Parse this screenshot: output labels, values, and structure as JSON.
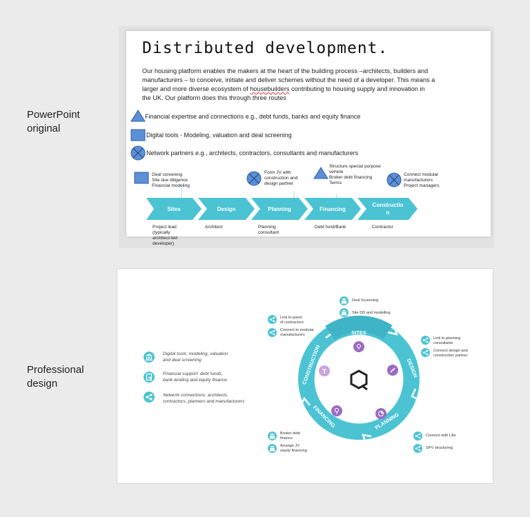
{
  "labels": {
    "powerpoint": [
      "PowerPoint",
      "original"
    ],
    "professional": [
      "Professional",
      "design"
    ]
  },
  "original": {
    "title": "Distributed development.",
    "intro_lines": [
      "Our housing platform enables the makers at the heart of the building process –architects, builders and",
      "manufacturers – to conceive, initiate and deliver schemes without the need of a developer. This means a",
      "larger and more diverse ecosystem of ",
      "housebuilders",
      " contributing to housing supply and innovation in",
      "the UK. Our platform does this through three routes"
    ],
    "routes": [
      {
        "icon": "triangle-icon",
        "text": "Financial expertise and connections e.g., debt funds, banks and equity finance"
      },
      {
        "icon": "square-icon",
        "text": "Digital tools - Modeling, valuation and deal screening"
      },
      {
        "icon": "crossed-circle-icon",
        "text": "Network partners e.g., architects, contractors, consultants and manufacturers"
      }
    ],
    "callouts": [
      [
        "Deal screening",
        "Site due diligence",
        "Financial modeling"
      ],
      [
        "Form JV with",
        "construction and",
        "design partner"
      ],
      [
        "Structure special purpose",
        "vehicle",
        "Broker debt financing",
        "Terms"
      ],
      [
        "Connect modular",
        "manufacturers",
        "Project managers"
      ]
    ],
    "stages": [
      "Sites",
      "Design",
      "Planning",
      "Financing",
      "Constructio",
      "n"
    ],
    "roles": [
      [
        "Project lead",
        "(typically",
        "architect-led",
        "developer)"
      ],
      [
        "Architect"
      ],
      [
        "Planning",
        "consultant"
      ],
      [
        "Debt fund/Bank"
      ],
      [
        "Contractor"
      ]
    ]
  },
  "professional": {
    "left_items": [
      {
        "icon": "bank-icon",
        "lines": [
          "Digital tools: modeling, valuation",
          "and deal screening"
        ]
      },
      {
        "icon": "tablet-icon",
        "lines": [
          "Financial support: debt funds,",
          "bank lending and equity finance"
        ]
      },
      {
        "icon": "share-icon",
        "lines": [
          "Network connections: architects,",
          "contractors, planners and manufacturers"
        ]
      }
    ],
    "ring_labels": [
      "SITES",
      "DESIGN",
      "PLANNING",
      "FINANCING",
      "CONSTRUCTION"
    ],
    "points": {
      "sites": [
        {
          "icon": "bank-icon",
          "lines": [
            "Deal Screening"
          ]
        },
        {
          "icon": "bank-icon",
          "lines": [
            "Site DD and modelling"
          ]
        }
      ],
      "construction": [
        {
          "icon": "share-icon",
          "lines": [
            "Link to panel",
            "of contractors"
          ]
        },
        {
          "icon": "share-icon",
          "lines": [
            "Connect to modular",
            "manufacturers"
          ]
        }
      ],
      "design": [
        {
          "icon": "share-icon",
          "lines": [
            "Link to planning",
            "consultants"
          ]
        },
        {
          "icon": "share-icon",
          "lines": [
            "Connect design and",
            "construction partner"
          ]
        }
      ],
      "financing": [
        {
          "icon": "bank-icon",
          "lines": [
            "Broker debt",
            "finance"
          ]
        },
        {
          "icon": "bank-icon",
          "lines": [
            "Arrange JV",
            "equity financing"
          ]
        }
      ],
      "planning": [
        {
          "icon": "share-icon",
          "lines": [
            "Connect with LAs"
          ]
        },
        {
          "icon": "share-icon",
          "lines": [
            "SPV structuring"
          ]
        }
      ]
    }
  },
  "colors": {
    "teal": "#4bc3d3",
    "blue_shape": "#5b8fd6",
    "purple": "#9a6bc3",
    "page_bg": "#ebebeb"
  }
}
